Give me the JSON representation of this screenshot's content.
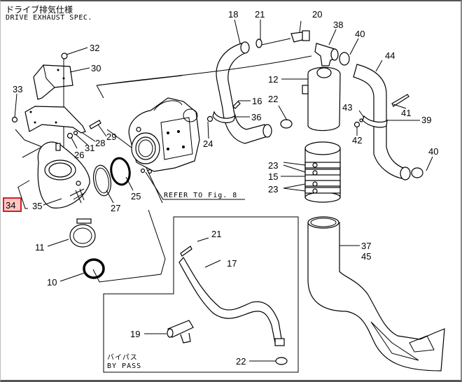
{
  "title": {
    "japanese": "ドライブ排気仕様",
    "english": "DRIVE EXHAUST SPEC."
  },
  "refer_note": "REFER TO Fig. 8",
  "bypass_box": {
    "label_jp": "バイパス",
    "label_en": "BY PASS"
  },
  "highlight": {
    "part": "34",
    "color": "#d42020"
  },
  "callouts": {
    "c10": "10",
    "c11": "11",
    "c12": "12",
    "c15": "15",
    "c16": "16",
    "c17": "17",
    "c18": "18",
    "c19": "19",
    "c20": "20",
    "c21a": "21",
    "c21b": "21",
    "c22a": "22",
    "c22b": "22",
    "c23a": "23",
    "c23b": "23",
    "c24": "24",
    "c25": "25",
    "c26": "26",
    "c27": "27",
    "c28": "28",
    "c29": "29",
    "c30": "30",
    "c31": "31",
    "c32": "32",
    "c33": "33",
    "c34": "34",
    "c35": "35",
    "c36": "36",
    "c37": "37",
    "c38": "38",
    "c39": "39",
    "c40a": "40",
    "c40b": "40",
    "c41": "41",
    "c42": "42",
    "c43": "43",
    "c44": "44",
    "c45": "45"
  }
}
